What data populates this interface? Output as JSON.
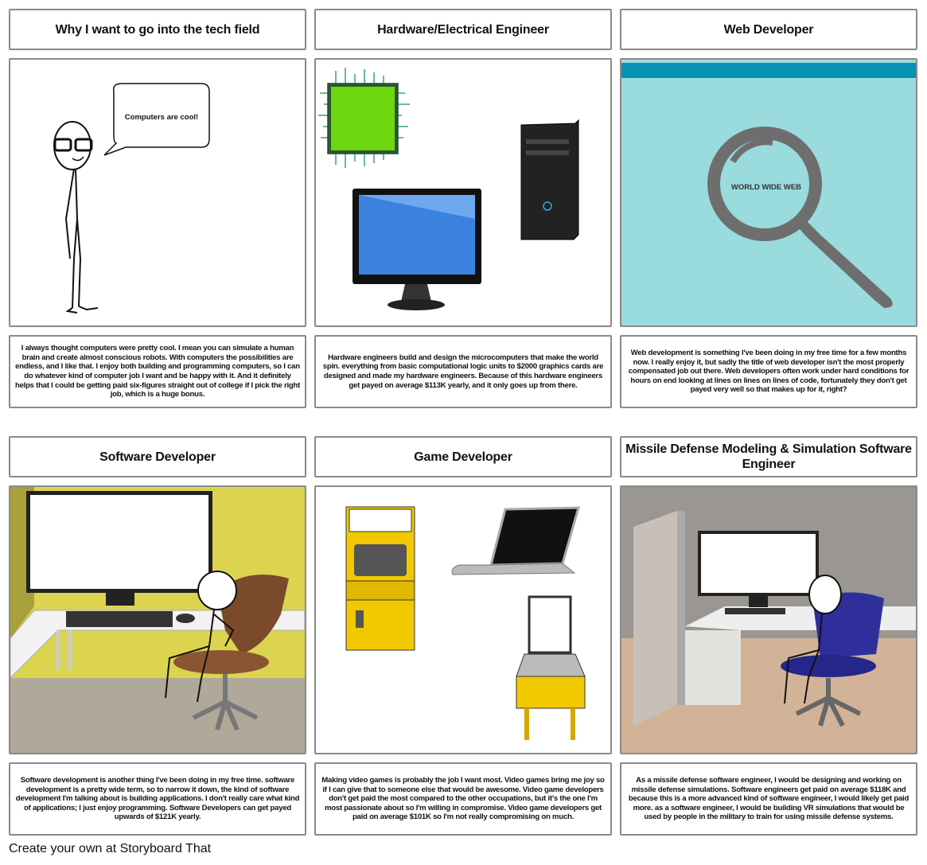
{
  "panels": [
    {
      "title": "Why I want to go into the tech field",
      "speech": "Computers are cool!",
      "text": "I always thought computers were pretty cool. I mean you can simulate a human brain and create almost conscious robots. With computers the possibilities are endless, and I like that.  I enjoy both building and programming computers, so I can do whatever kind of computer job I want and be happy with it. And it definitely helps that I could be getting paid six-figures straight out of college if I pick the right job, which is a huge bonus."
    },
    {
      "title": "Hardware/Electrical Engineer",
      "text": "Hardware engineers build and design the microcomputers that make the world spin. everything from basic computational logic units to $2000 graphics cards are designed and made my hardware engineers. Because of this hardware engineers get payed on average $113K yearly, and it only goes up from there."
    },
    {
      "title": "Web Developer",
      "magnifier_label": "WORLD WIDE WEB",
      "text": "Web development is something I've been doing in my free time for a few months now.  I really enjoy it, but sadly the title of web developer isn't the most properly compensated job out there. Web developers often work under hard conditions for hours on end looking at lines on lines on lines of code, fortunately they don't get payed very well so that makes up for it, right?"
    },
    {
      "title": "Software Developer",
      "text": "Software development is another thing I've been doing in my free time. software development is a pretty wide term, so to narrow it down, the kind of software development I'm talking about is building applications. I don't really care what kind of applications; I just enjoy programming. Software Developers can get payed upwards of $121K yearly."
    },
    {
      "title": "Game Developer",
      "text": "Making video games is probably the job I want most. Video games bring me joy so if I can give that to someone else that would be awesome. Video game developers don't get paid the most compared to the other occupations, but it's the one I'm most passionate about so I'm willing in compromise. Video game developers get paid on average $101K so I'm not really compromising on much."
    },
    {
      "title": "Missile Defense Modeling & Simulation Software Engineer",
      "text": "As a missile defense software engineer, I would be designing and working on missile defense simulations. Software engineers get paid on average $118K and because this is a more advanced kind of software engineer, I would likely get paid more. as a software engineer, I would be building VR simulations that would be used by people in the military to train for using missile defense systems."
    }
  ],
  "footer": "Create your own at Storyboard That"
}
